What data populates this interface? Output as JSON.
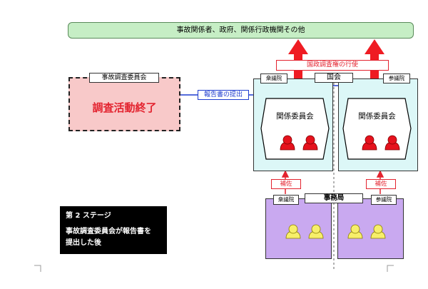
{
  "banner": {
    "text": "事故関係者、政府、関係行政機関その他"
  },
  "committee": {
    "label": "事故調査委員会",
    "status": "調査活動終了"
  },
  "right_exercise": {
    "label": "国政調査権の行使"
  },
  "report": {
    "label": "報告書の提出"
  },
  "diet": {
    "label": "国会"
  },
  "houses": {
    "lower": {
      "label": "衆議院",
      "committee": "関係委員会"
    },
    "upper": {
      "label": "参議院",
      "committee": "関係委員会"
    }
  },
  "secretariat": {
    "label": "事務局",
    "lower": "衆議院",
    "upper": "参議院",
    "assist_left": "補佐",
    "assist_right": "補佐"
  },
  "stage": {
    "line1": "第 2 ステージ",
    "line2": "事故調査委員会が報告書を",
    "line3": "提出した後"
  },
  "colors": {
    "banner": "#c6eec5",
    "committee": "#f8c9c9",
    "house": "#dcf7f7",
    "secretariat": "#c9a9f0",
    "accent_red": "#e3232f",
    "accent_blue": "#1f3ccf"
  }
}
